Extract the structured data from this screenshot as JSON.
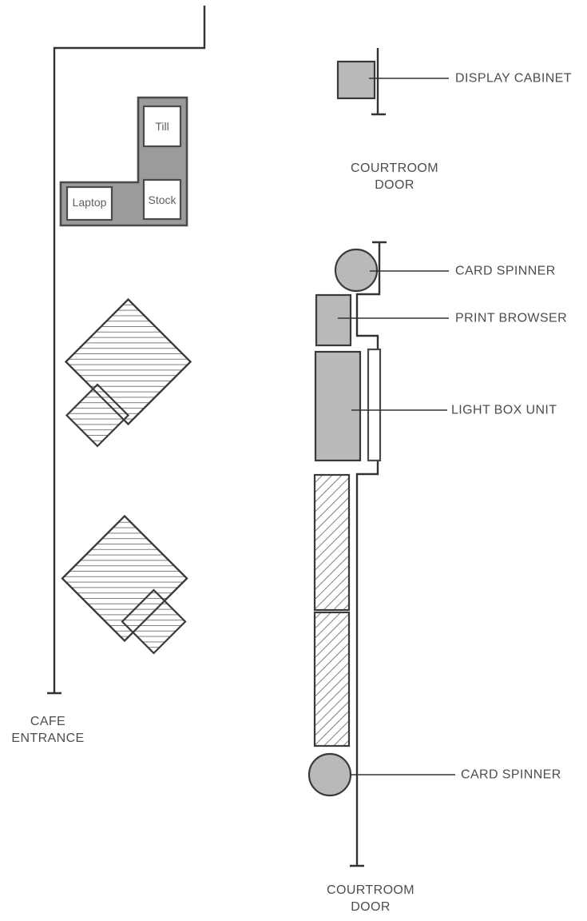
{
  "colors": {
    "wall_line": "#323232",
    "label_text": "#4d4d4d",
    "fixture_fill": "#b9b9b9",
    "fixture_stroke": "#3a3a3a",
    "counter_fill": "#9b9b9b",
    "counter_stroke": "#4a4a4a",
    "hatch_line": "#7d7d7d",
    "counter_box_text": "#5f5f5f"
  },
  "cafe_area": {
    "entrance_label": "CAFE\nENTRANCE",
    "counter": {
      "till": "Till",
      "laptop": "Laptop",
      "stock": "Stock"
    }
  },
  "gallery_area": {
    "display_cabinet_label": "DISPLAY CABINET",
    "courtroom_door_top_label": "COURTROOM\nDOOR",
    "card_spinner_top_label": "CARD SPINNER",
    "print_browser_label": "PRINT BROWSER",
    "light_box_unit_label": "LIGHT BOX UNIT",
    "card_spinner_bottom_label": "CARD SPINNER",
    "courtroom_door_bottom_label": "COURTROOM\nDOOR"
  }
}
